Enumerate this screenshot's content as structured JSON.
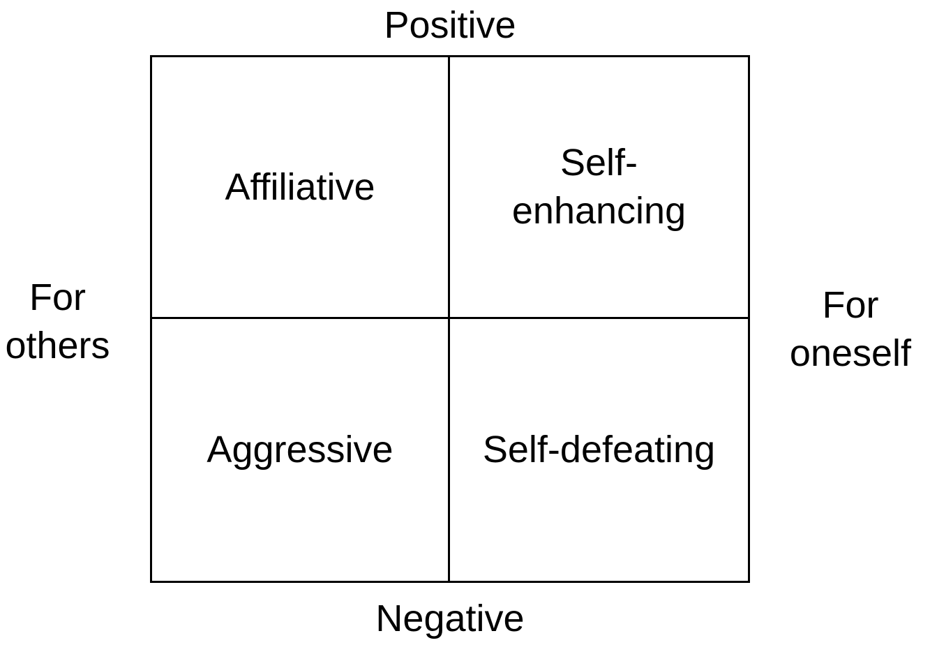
{
  "diagram": {
    "axes": {
      "top": "Positive",
      "bottom": "Negative",
      "left": "For\nothers",
      "right": "For\noneself"
    },
    "quadrants": {
      "top_left": "Affiliative",
      "top_right": "Self-\nenhancing",
      "bottom_left": "Aggressive",
      "bottom_right": "Self-defeating"
    },
    "colors": {
      "line": "#000000",
      "text": "#000000",
      "background": "#ffffff"
    }
  }
}
